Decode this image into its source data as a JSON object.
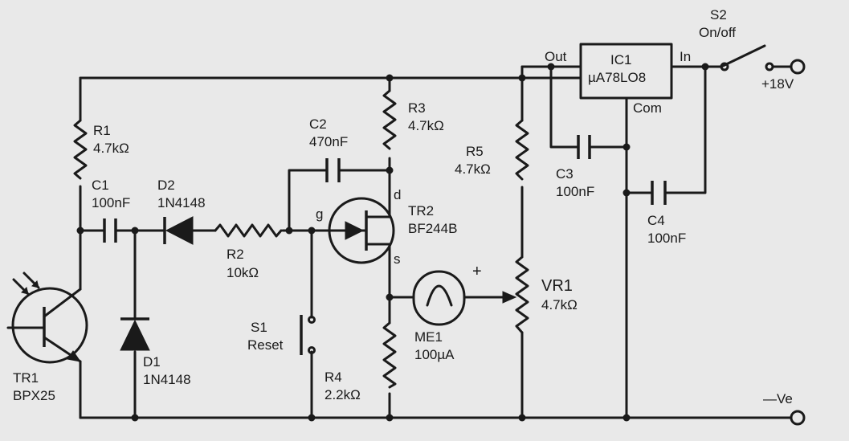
{
  "labels": {
    "tr1_ref": "TR1",
    "tr1_val": "BPX25",
    "r1_ref": "R1",
    "r1_val": "4.7kΩ",
    "c1_ref": "C1",
    "c1_val": "100nF",
    "d2_ref": "D2",
    "d2_val": "1N4148",
    "d1_ref": "D1",
    "d1_val": "1N4148",
    "r2_ref": "R2",
    "r2_val": "10kΩ",
    "c2_ref": "C2",
    "c2_val": "470nF",
    "r3_ref": "R3",
    "r3_val": "4.7kΩ",
    "tr2_ref": "TR2",
    "tr2_val": "BF244B",
    "pin_g": "g",
    "pin_d": "d",
    "pin_s": "s",
    "s1_ref": "S1",
    "s1_val": "Reset",
    "r4_ref": "R4",
    "r4_val": "2.2kΩ",
    "me1_ref": "ME1",
    "me1_val": "100µA",
    "me1_plus": "+",
    "r5_ref": "R5",
    "r5_val": "4.7kΩ",
    "vr1_ref": "VR1",
    "vr1_val": "4.7kΩ",
    "c3_ref": "C3",
    "c3_val": "100nF",
    "c4_ref": "C4",
    "c4_val": "100nF",
    "ic1_ref": "IC1",
    "ic1_val": "µA78LO8",
    "ic1_out": "Out",
    "ic1_in": "In",
    "ic1_com": "Com",
    "s2_ref": "S2",
    "s2_val": "On/off",
    "supply_pos": "+18V",
    "supply_neg": "—Ve"
  }
}
